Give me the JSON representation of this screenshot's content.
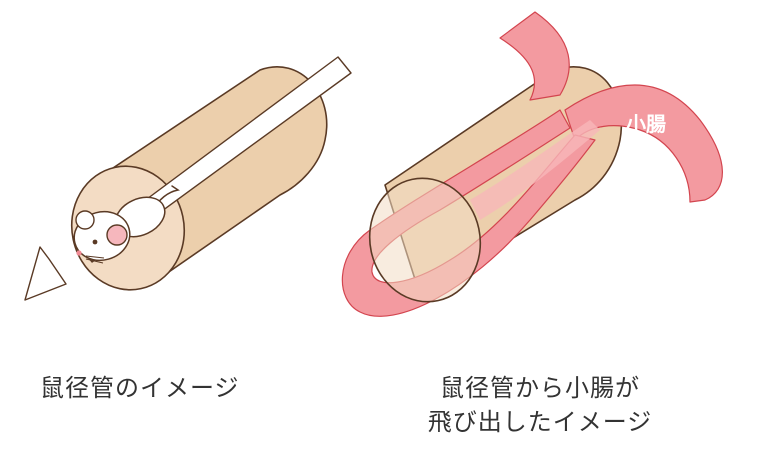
{
  "left_panel": {
    "caption": "鼠径管のイメージ"
  },
  "right_panel": {
    "caption_line1": "鼠径管から小腸が",
    "caption_line2": "飛び出したイメージ",
    "intestine_label": "小腸"
  },
  "colors": {
    "tube_side": "#eccfac",
    "tube_end": "#f3dcc4",
    "tube_stroke": "#5a3a25",
    "intestine_fill": "#f39aa0",
    "intestine_stroke": "#d3454f",
    "intestine_inner": "#f8b6b9",
    "mouse_body": "#ffffff",
    "mouse_ear": "#f6b7bd",
    "label_text": "#ffffff",
    "caption_text": "#333333"
  }
}
